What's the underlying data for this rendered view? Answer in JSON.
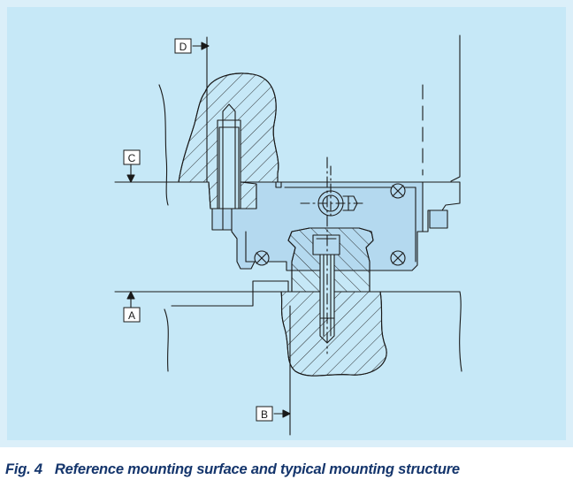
{
  "figure": {
    "number": "Fig. 4",
    "caption": "Reference mounting surface and typical mounting structure"
  },
  "datums": {
    "a": "A",
    "b": "B",
    "c": "C",
    "d": "D"
  },
  "colors": {
    "panel_background": "#c6e8f7",
    "panel_border": "#dbeff9",
    "part_fill": "#b4d9ef",
    "outline": "#1a1a1a",
    "caption": "#14356c"
  }
}
